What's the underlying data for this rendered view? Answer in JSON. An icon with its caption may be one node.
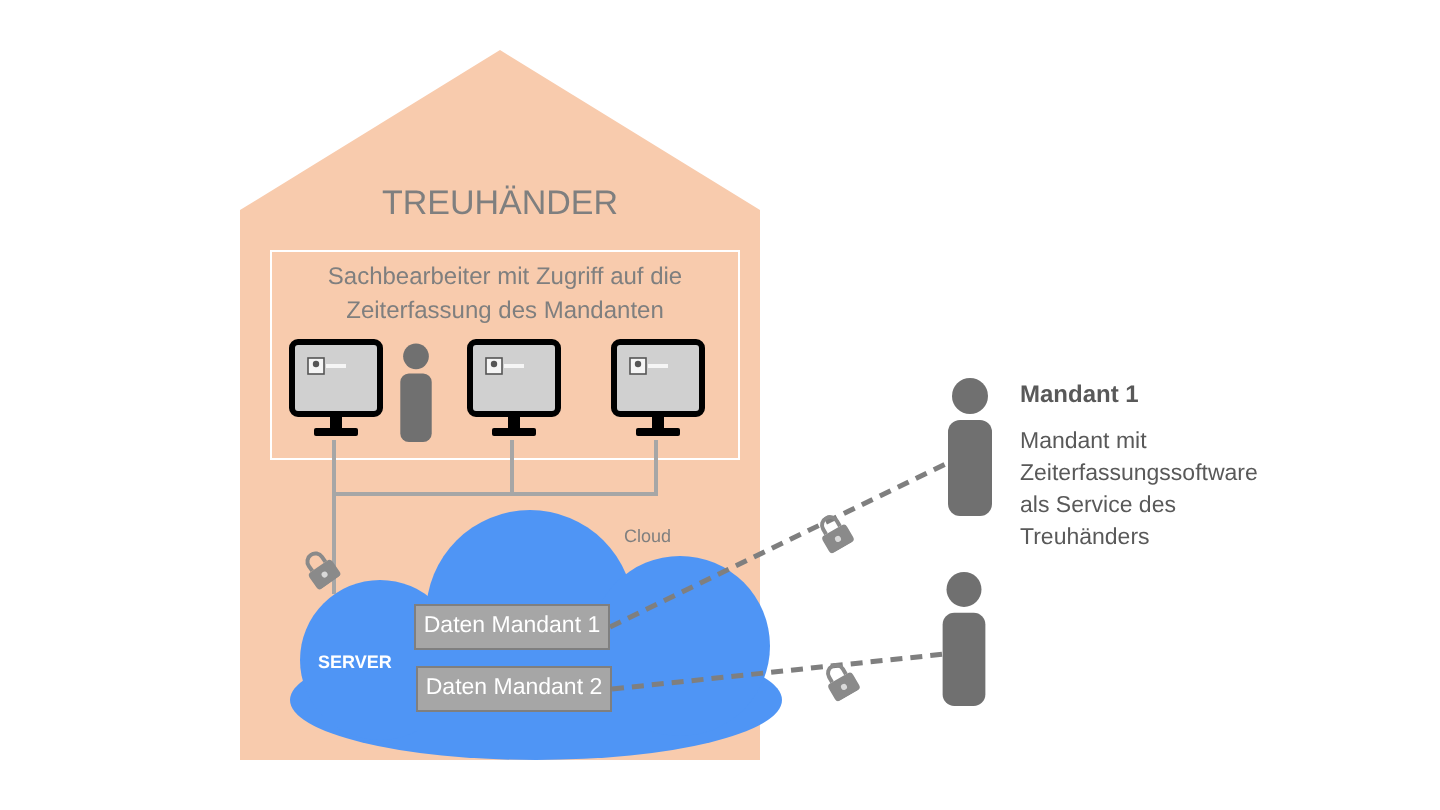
{
  "diagram": {
    "nodes": [
      {
        "text": [
          "TREUHÄNDER"
        ]
      },
      {
        "text": [
          "Sachbearbeiter mit Zugriff auf die Zeiterfassung des Mandanten"
        ],
        "in": 0
      },
      {
        "text": [],
        "shape": "monitor",
        "in": 1
      },
      {
        "text": [],
        "shape": "person",
        "in": 1
      },
      {
        "text": [],
        "shape": "monitor",
        "in": 1
      },
      {
        "text": [],
        "shape": "monitor",
        "in": 1
      },
      {
        "text": [
          "SERVER"
        ],
        "in": 0,
        "beside": [
          "Cloud"
        ]
      },
      {
        "text": [
          "Daten Mandant 1"
        ],
        "in": 6
      },
      {
        "text": [
          "Daten Mandant 2"
        ],
        "in": 6
      },
      {
        "text": [],
        "shape": "person",
        "beside": [
          "Mandant 1",
          "Mandant mit Zeiterfassungssoftware als Service des Treuhänders"
        ]
      },
      {
        "text": [],
        "shape": "person"
      }
    ],
    "edges": [
      {
        "from": 2,
        "to": 6,
        "arrow": "none"
      },
      {
        "from": 4,
        "to": 6,
        "arrow": "none"
      },
      {
        "from": 5,
        "to": 6,
        "arrow": "none"
      },
      {
        "from": 7,
        "to": 9,
        "arrow": "none",
        "style": "dashed"
      },
      {
        "from": 8,
        "to": 10,
        "arrow": "none",
        "style": "dashed"
      }
    ]
  }
}
